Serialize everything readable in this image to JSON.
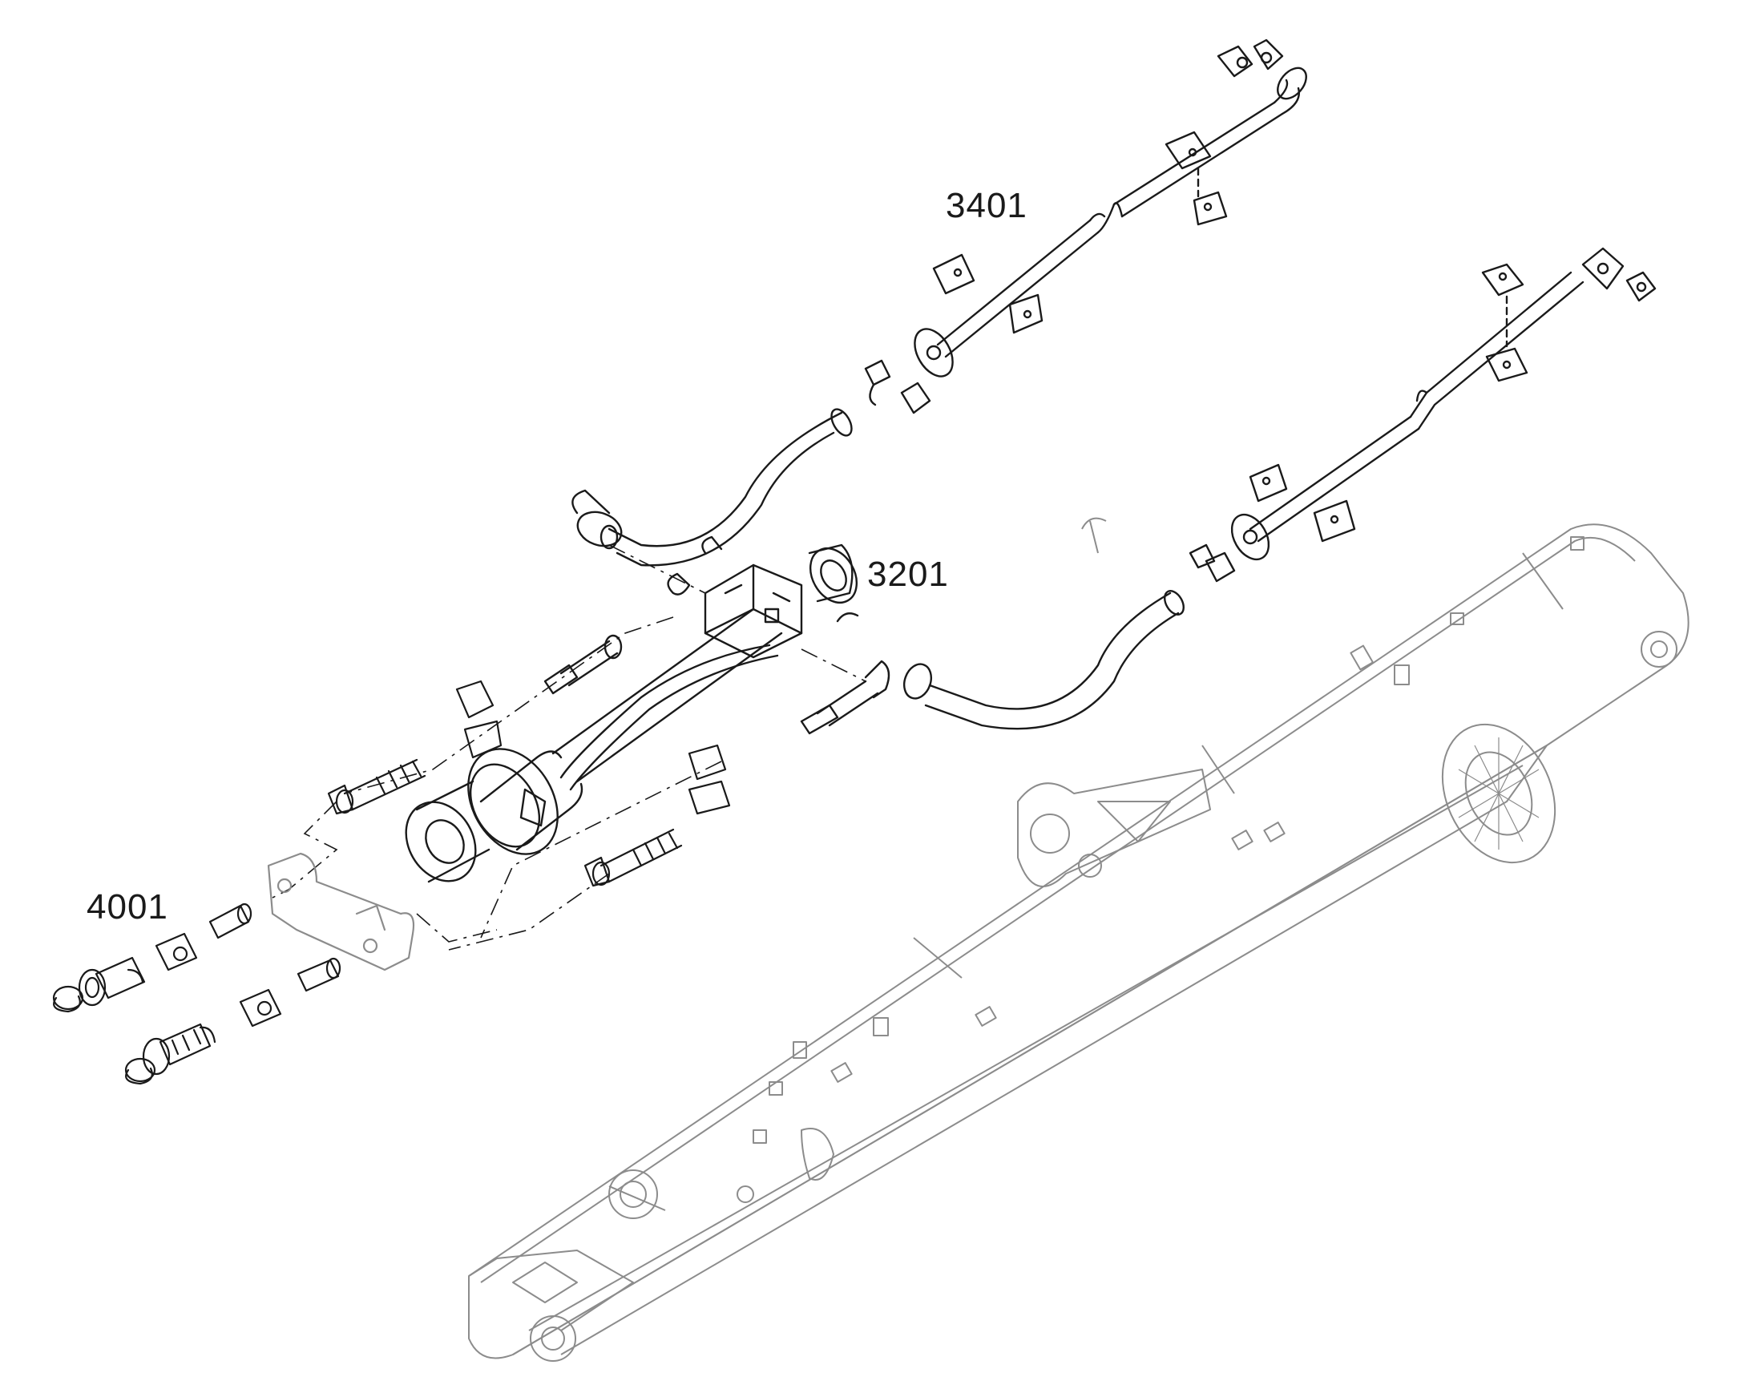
{
  "diagram": {
    "callouts": {
      "hydraulic_lines_label": "3401",
      "cylinder_label": "3201",
      "coupler_label": "4001"
    },
    "colors": {
      "line": "#1a1a1a",
      "boom_line": "#8c8c8c",
      "background": "#ffffff"
    }
  }
}
